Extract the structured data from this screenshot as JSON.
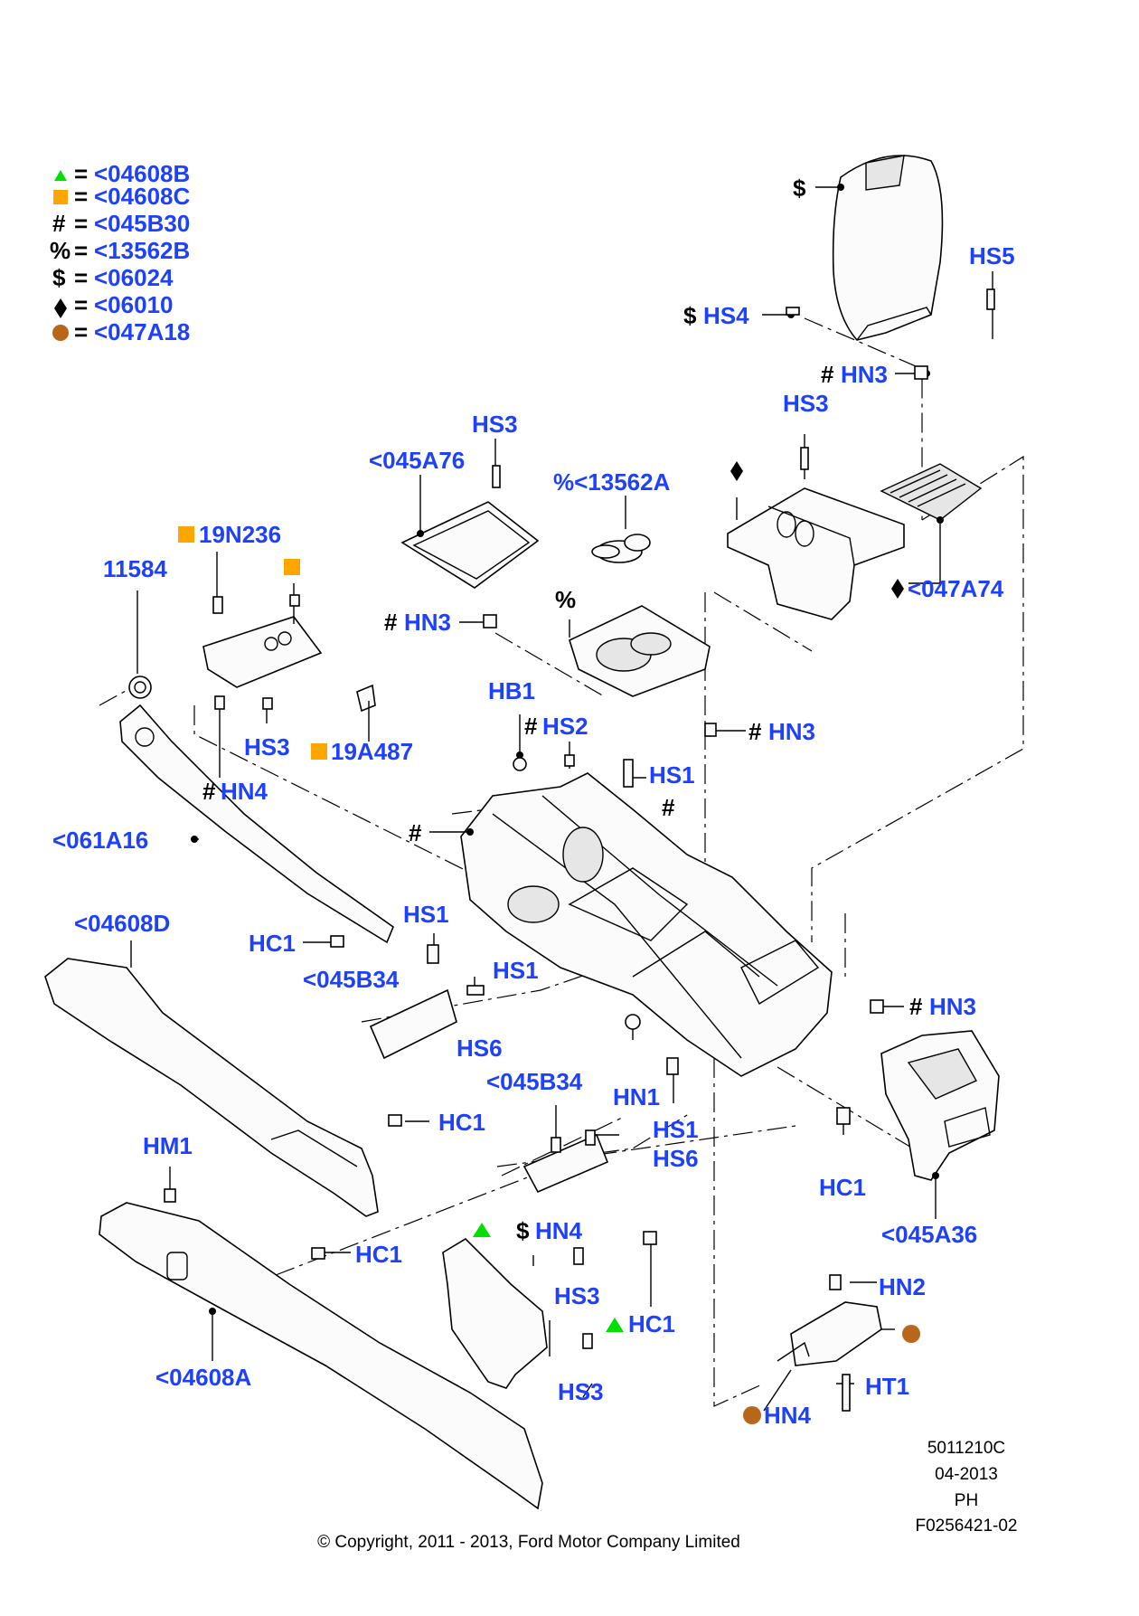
{
  "legend": [
    {
      "marker": "triangle",
      "color": "#00e000",
      "text": "<04608B"
    },
    {
      "marker": "square",
      "color": "#ffa500",
      "text": "<04608C"
    },
    {
      "marker": "#",
      "color": "#000000",
      "text": "<045B30"
    },
    {
      "marker": "%",
      "color": "#000000",
      "text": "<13562B"
    },
    {
      "marker": "$",
      "color": "#000000",
      "text": "<06024"
    },
    {
      "marker": "diamond",
      "color": "#000000",
      "text": "<06010"
    },
    {
      "marker": "circle",
      "color": "#b8661a",
      "text": "<047A18"
    }
  ],
  "legend_equals": "=",
  "symbols": {
    "hash": "#",
    "percent": "%",
    "dollar": "$"
  },
  "callouts": {
    "hs5": "HS5",
    "hs4": "HS4",
    "hn3_top": "HN3",
    "hs3_right": "HS3",
    "a047a74": "<047A74",
    "hs3_mid": "HS3",
    "a045a76": "<045A76",
    "a13562a": "%<13562A",
    "hn3_mid": "HN3",
    "a19n236": "19N236",
    "a11584": "11584",
    "hs3_left": "HS3",
    "a19a487": "19A487",
    "hn4_left": "HN4",
    "hb1": "HB1",
    "hs2": "HS2",
    "hs1_a": "HS1",
    "hn3_right": "HN3",
    "a061a16": "<061A16",
    "a04608d": "<04608D",
    "hs1_b": "HS1",
    "hc1_a": "HC1",
    "a045b34_a": "<045B34",
    "hs1_c": "HS1",
    "hs6_a": "HS6",
    "hn3_low": "HN3",
    "hn1": "HN1",
    "a045b34_b": "<045B34",
    "hs1_d": "HS1",
    "hs6_b": "HS6",
    "hc1_b": "HC1",
    "hm1": "HM1",
    "hc1_c": "HC1",
    "a045a36": "<045A36",
    "hc1_d": "HC1",
    "hn4_mid": "HN4",
    "hs3_low": "HS3",
    "hc1_e": "HC1",
    "hn2": "HN2",
    "hs3_bottom": "HS3",
    "ht1": "HT1",
    "hn4_bottom": "HN4",
    "a04608a": "<04608A"
  },
  "meta": {
    "code": "5011210C",
    "date": "04-2013",
    "initials": "PH",
    "figure": "F0256421-02",
    "copyright": "© Copyright, 2011 - 2013, Ford Motor Company Limited"
  }
}
